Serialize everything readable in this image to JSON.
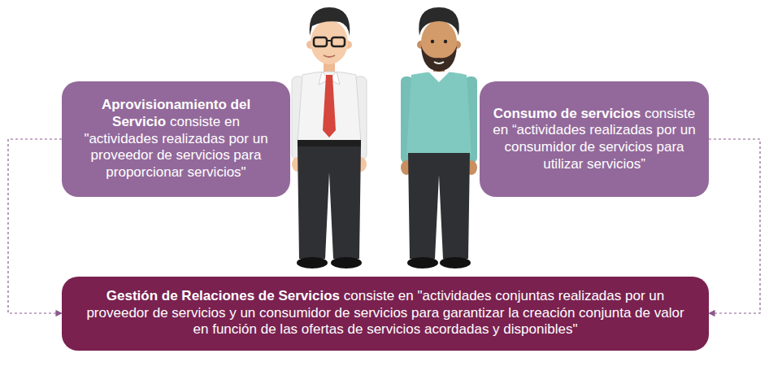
{
  "diagram": {
    "nodes": [
      {
        "text": [
          "Aprovisionamiento del Servicio",
          "consiste en \"actividades realizadas por un proveedor de servicios para proporcionar servicios\""
        ]
      },
      {
        "text": [
          "Consumo de servicios",
          "consiste en “actividades realizadas por un consumidor de servicios para utilizar servicios”"
        ]
      },
      {
        "text": [
          "Gestión de Relaciones de Servicios",
          "consiste en \"actividades conjuntas realizadas por un proveedor de servicios y un consumidor de servicios para garantizar la creación conjunta de valor en función de las ofertas de servicios acordadas y disponibles\""
        ]
      }
    ],
    "edges": [
      {
        "from": 0,
        "to": 2,
        "arrow": "to"
      },
      {
        "from": 1,
        "to": 2,
        "arrow": "to"
      }
    ]
  }
}
